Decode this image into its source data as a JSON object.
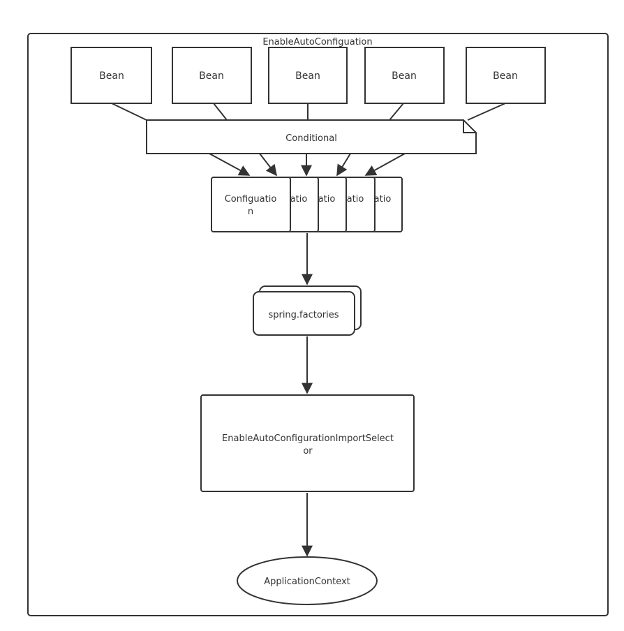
{
  "container": {
    "title": "EnableAutoConfiguation"
  },
  "beans": [
    {
      "label": "Bean"
    },
    {
      "label": "Bean"
    },
    {
      "label": "Bean"
    },
    {
      "label": "Bean"
    },
    {
      "label": "Bean"
    }
  ],
  "conditional": {
    "label": "Conditional"
  },
  "configurations": {
    "front": {
      "line1": "Configuatio",
      "line2": "n"
    },
    "stacked": [
      {
        "label": "atio"
      },
      {
        "label": "atio"
      },
      {
        "label": "atio"
      },
      {
        "label": "atio"
      }
    ]
  },
  "spring_factories": {
    "label": "spring.factories"
  },
  "selector": {
    "line1": "EnableAutoConfigurationImportSelect",
    "line2": "or"
  },
  "application_context": {
    "label": "ApplicationContext"
  },
  "colors": {
    "stroke": "#333333",
    "fill": "#ffffff",
    "text": "#333333"
  }
}
